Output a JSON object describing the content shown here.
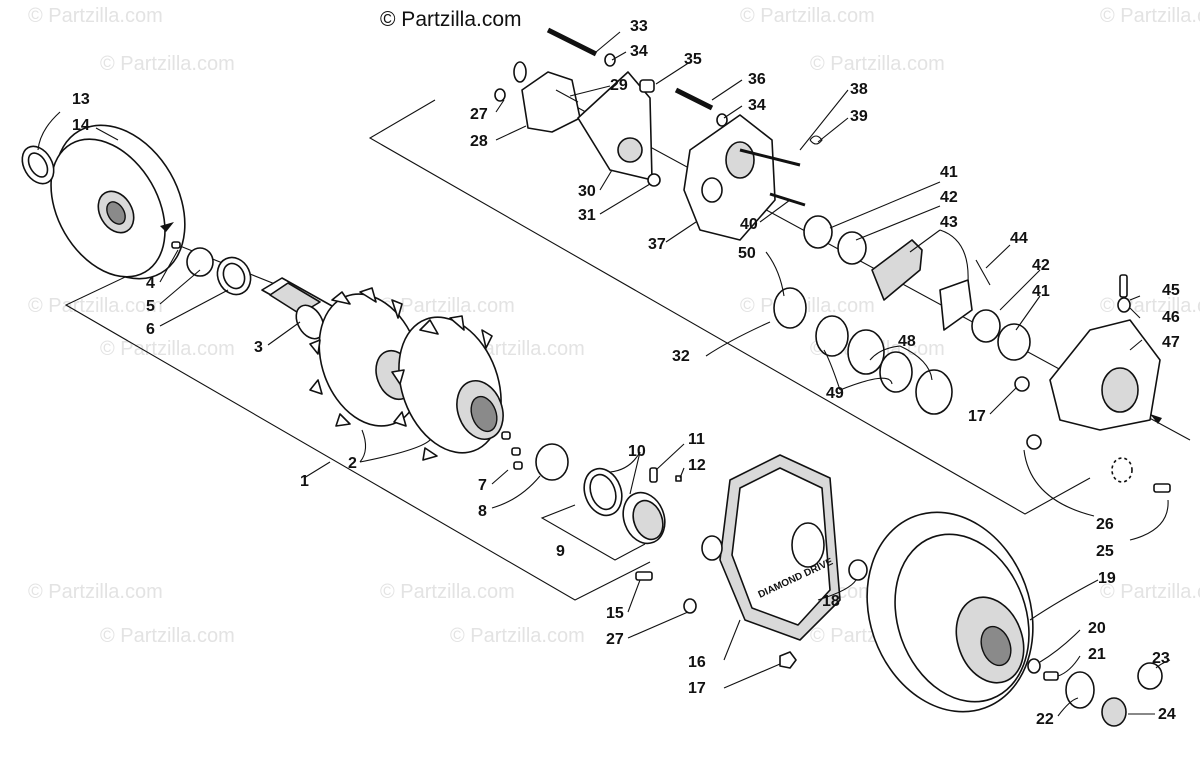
{
  "copyright": "© Partzilla.com",
  "watermark_text": "© Partzilla.com",
  "callout_numbers": [
    "1",
    "2",
    "3",
    "4",
    "5",
    "6",
    "7",
    "8",
    "9",
    "10",
    "11",
    "12",
    "13",
    "14",
    "15",
    "16",
    "17",
    "18",
    "19",
    "20",
    "21",
    "22",
    "23",
    "24",
    "25",
    "26",
    "27",
    "28",
    "29",
    "30",
    "31",
    "32",
    "33",
    "34",
    "35",
    "36",
    "37",
    "38",
    "39",
    "40",
    "41",
    "42",
    "43",
    "44",
    "45",
    "46",
    "47",
    "48",
    "49",
    "50"
  ],
  "housing_logo_text": "DIAMOND DRIVE",
  "colors": {
    "ink": "#111111",
    "watermark": "#e3e3e3",
    "paper": "#ffffff",
    "shade": "#d9d9d9"
  }
}
